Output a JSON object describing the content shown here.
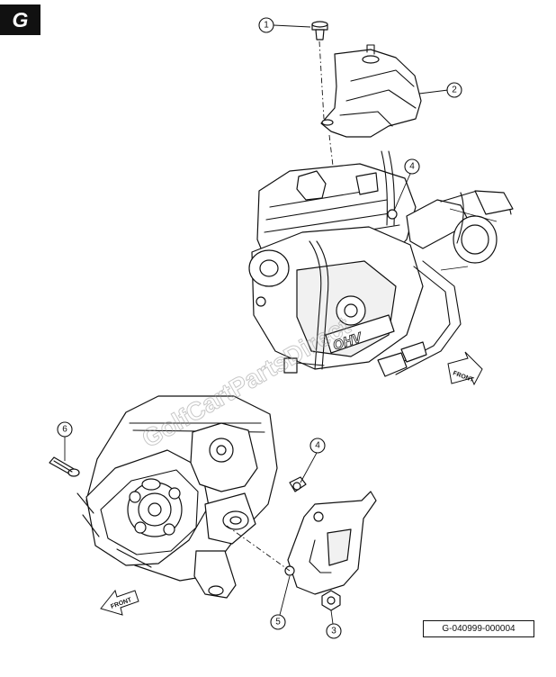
{
  "section_tab": {
    "letter": "G",
    "background": "#111111",
    "text_color": "#ffffff"
  },
  "callouts": [
    {
      "id": "callout-1",
      "number": "1"
    },
    {
      "id": "callout-2",
      "number": "2"
    },
    {
      "id": "callout-4-upper",
      "number": "4"
    },
    {
      "id": "callout-6",
      "number": "6"
    },
    {
      "id": "callout-4-lower",
      "number": "4"
    },
    {
      "id": "callout-5",
      "number": "5"
    },
    {
      "id": "callout-3",
      "number": "3"
    }
  ],
  "direction_arrows": {
    "upper": "FRONT",
    "lower": "FRONT"
  },
  "engine_badge": "OHV",
  "watermark": "GolfCartPartsDirect",
  "figure_id": "G-040999-000004"
}
